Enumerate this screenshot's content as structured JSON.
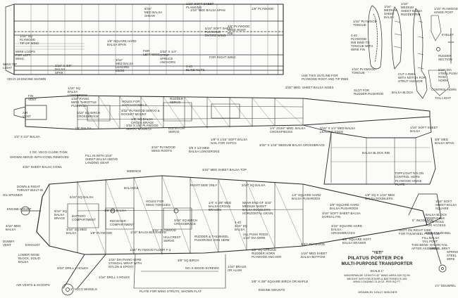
{
  "title_block": {
    "quote": "\"YETI\"",
    "name": "PILATUS PORTER PC6",
    "subtitle": "MULTI-PURPOSE TRANSPORTER",
    "scale": "SCALE 1\"",
    "specs": "WINGSPAN 68\" LENGTH 42\" WING AREA 520 SQ IN\nWEIGHT WITH RECEIVER & BATTERIES 5 LBS\nWING LOADING 21.8 OZ. PER SQ FT.",
    "credit": "DRAWN BY DOLLY WISCHER"
  },
  "labels": {
    "wing_a": "5/16\"\nMED BALSA\nSHEAR",
    "wing_b": "1/16\" MED BALSA SPAN",
    "wing_c": "1/16\" SOFT SHEET\nPLANKING",
    "wing_d": "1/8\" PLYWOOD",
    "wing_e": "5/16\" SOFT SHEET\nPLANKING\nENTIRE WING",
    "wing_f": "3/8\" PLYWOOD\nWING ROOT\nRIB",
    "wing_g": "1/8\" SQUARE HARD\nBALSA SPAN",
    "wing_h": "1/16\" SQ\nPLYWOOD\nTIP OF WING",
    "wing_i": "WIRE LOOPS\nFOR LEFT\nWING",
    "wing_j": "WING TIP\nLIGHT",
    "wing_k": "3/16\"\nMED BALSA\nLEADING\nEDGE",
    "wing_l": "3/16\" x 3/8\"\nBALSA\nSPAR",
    "wing_m": "FOR\nLEFT WING",
    "wing_n": "FOR RIGHT WING",
    "wing_o": "3/32\" x 1/4\"\nSTRIP\nSPRUCE\nANCHORS",
    "wing_p": "4-40\nBLIND NUTS",
    "top_a": "1/16\" PLYWOOD\nTONGUE",
    "top_b": "1/16\"\nMEDIUM\nSHEET BALSA\nRUDDER RIB",
    "top_c": "1/16\"\nMEDIUM\nSHEET\nBALSA",
    "top_d": "1/16\" PLYWOOD\nHINGE POST",
    "top_e": "EYELET",
    "top_f": "RUDDER\nSECTION",
    "top_g": "4-40\nPLYWOOD\nRIB BIND TO\nTONGUE WITH\nWIRE FIN",
    "top_h": "1/16\" PLYWOOD\nTONGUE",
    "top_i": "CUT A RIBS\nWITH NOTCH FOR\nSTRUT ANCHOR",
    "top_j": "5/16\" DIA\nSTEEL PUSH\nROD/\nHORN",
    "top_k": "BALSA BLOCK",
    "top_l": "TAIL LIGHT",
    "top_m": "CONTROL HORN",
    "top_n": "USE THIS OUTLINE FOR\nPLYWOOD ROOT AND TIP RIBS",
    "fus_a": "VECO 19 ENGINE SHOWN",
    "fus_b": "3/32\" MED. SHEET BALSA SIDES",
    "fus_c": "SLOT FOR\nRUDDER PUSHROD",
    "fus_d": "FIN\nVENT",
    "fus_e": "AIR\nVENT",
    "fus_f": "1/16\" SQ\nBALSA\nLONGERONS",
    "fus_g": "1/32\" PIANO\nWIRE THROTTLE\nPUSHROD",
    "fus_h": "3/16\" SQ BIRCH\nCROSSBRACE",
    "fus_i": "HOLES FOR\nHATCH DOWELS",
    "fus_j": "3/32\" PLYWOOD SERVO &\nDOCKET MOUNT",
    "fus_k": "RUDDER\nSERVO",
    "fus_l": "ELEVATOR\nSERVO",
    "fus_m": "1/8\" SQ BALSA\nCROSS BRACE",
    "fus_n": "3/32 x 1/4\" PLYWOOD\nSERVO MOUNTS",
    "fus_o": "1/4\" BALSA",
    "fus_p": "1/4\" X 1/2\" BALSA",
    "fus_q": "1/4\" 2x3/4\" MED. BALSA\nCROSSPIECES",
    "fus_r": "3/16\" x 1/4\" MED BALSA\nLEADING EDGE",
    "fus_s": "1/16\" SOFT SHEET\nBALSA",
    "fus_t": "3/8\" MED\nBALSA SPAN",
    "fus_u": "1/8\" X 1/16\" SOFT BALSA\nNAIL FOR HATCH",
    "fus_v": "3/32\" x 1/16\" MEDIUM BALSA CROSSBRACE",
    "fus_w": "2 OZ. VECO CLUNK TANK",
    "fus_x": "SHOWN ABOVE WITH COWL REMOVED",
    "fus_y": "FILL IN WITH 3/16\"\nSHEET BALSA ABOVE\nLANDING GEAR",
    "fus_z": "3/16\" PLYWOOD\nWING ROOTS",
    "fus_aa": "3/8 X 1/2 MED\nBALSA LONGERONS",
    "fus_ab": "BALSA BLOCK RIB",
    "side_a": "3/32\" SHEET BALSA COWL",
    "side_b": "3/32\" MED SHEET BALSA TOP",
    "side_c": "DOWN & RIGHT\nTHRUST BUILT-IN",
    "side_d": "OIL SPINNER",
    "side_e": "3/16\" SQ BALSA",
    "side_f": "RIGHT SIDE ONLY",
    "side_g": "NEAR END OF 3/32\"\nMEDIUM SHEET\nBALSA DOUBLERS\nHORIZONTAL GRAIN",
    "side_h": "1/4\" SQUARE HARD\nBALSA PUSHRODS",
    "side_i": "1/8\" SQ X 1/16\" MED\nBALSA DOUBLERS",
    "side_j": "HOLES FOR\nWING TONGUES",
    "side_k": "3/16\" SQ BIRCH\nCROSSBRACE",
    "side_l": "1/4\" X 3/8\" MED\nBALSA CROSS\nBRACES",
    "side_m": "3/32\" PLYWOOD",
    "side_n": "3/8\" SQUARE HARD\nBALSA PUSHRODS",
    "side_o": "3/16\" SOFT SHEET BALSA\nDORSAL FIN",
    "side_p": "1/8\" PLYWOOD",
    "side_q": "BATTERY\nCOMPARTMENT",
    "side_r": "RECEIVER\nCOMPARTMENT",
    "side_s": "HILLCREST\nSERVO",
    "side_t": "RUDDER & TAILWHEEL\nPUSHRODS JOIN HERE",
    "side_u": "ALL PUSH RODS\n1/16\" DIA WIRE",
    "side_v": "3/32\" PLYWOOD",
    "side_w": "3/8\" SQUARE SOFT\nBALSA ERASER",
    "side_x": "SLOT ON RIGHT SIDE\nFOR TAILWHEEL PUSHROD",
    "side_y": "FILL BALSA\nTAIL POST",
    "side_z": "THIS BEND\nAFTER ASSEMBLY",
    "side_aa": "1/16\" MED SHEET\nBALSA BOTTOM",
    "side_ab": "1/16\" PLYWOOD FLOOR F-3",
    "side_ac": "3/8\" SQ BIRCH",
    "side_ad": "NO. 6 WOOD SCREWS",
    "side_ae": "1/8\" SQ SPRUCE\nRUDDER HORN\nPLYWOOD ANCHOR",
    "side_af": "1/16\" DIA PIANO WIRE\nSTANDAL WRAP WITH\nNYLON & EPOXY",
    "side_ag": "1/16\" DRILL 4 HOLES",
    "side_ah": "2\" VECO WHEELS",
    "side_ai": "PLATE FOR WING STRUTS, SHOWN FLAT",
    "side_aj": "ENGINE MOUNTS",
    "side_ak": "3/8\" X 3/8\" SQUARE BIRCH OR MAPLE",
    "side_al": "1/16\" BRASS\nOR ALUM",
    "side_am": "LOWER NOSE\nBLOCK, SOLID\nBALSA",
    "side_an": "AIR VENTS & SCOOPS",
    "side_ao": "3/32\" DRILL 2 HOLES",
    "side_ap": "DUMMY\nVENT",
    "side_aq": "3/16\" MED\nBALSA",
    "side_ar": "3/16\" SQ MED\nBALSA",
    "side_as": "5/16\" SQ\nBALSA\nBRACE",
    "side_at": "5/16\" SQ BALSA",
    "side_au": "1/8\" SQ BALSA",
    "side_av": "1/16\" BALSA BULKHEAD",
    "side_aw": "MIDENCE",
    "side_ax": "ENGINE MOUNT",
    "side_ay": "EXHAUST",
    "side_az": "BALANCE",
    "side_ba": "4-40\n3/16\" SQ\nBALSA",
    "side_bb": "5° INCIDENCE",
    "side_bc": "1/16\" SOFT\nSHEET BALSA\nSQUARE",
    "side_bd": "BALSA BLOCK\nREMOVABLE\nSLIDE ROLE\nFOR ACCESS",
    "side_be": "TOPFLIGHT NYLON\nCONTROL HORN",
    "side_bf": "PLYWOOD HINGE\nPLATE",
    "side_bg": "MOD TAILWHEEL",
    "side_bh": "1½\" DEUBREL",
    "side_bi": "SPRING\nSTEEL\nWIRE",
    "side_bj": "NYLON TAIL\nWHEEL BRKT",
    "side_bk": "3/16\" SQUARE HARD\nBALSA\nCROSSBRACES"
  }
}
